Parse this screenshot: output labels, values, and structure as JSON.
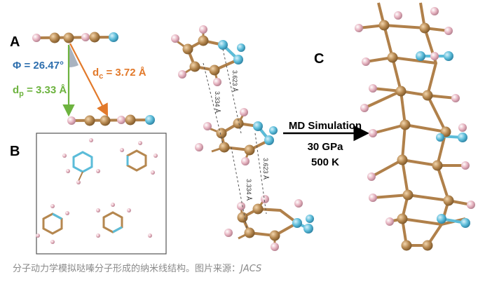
{
  "panel_a": {
    "label": "A",
    "phi_label": "Φ = 26.47°",
    "dc_main": "d",
    "dc_sub": "c",
    "dc_value": " = 3.72 Å",
    "dp_main": "d",
    "dp_sub": "p",
    "dp_value": " = 3.33 Å"
  },
  "panel_b": {
    "label": "B"
  },
  "center_stack": {
    "dist_upper_long": "3.623 Å",
    "dist_upper_short": "3.334 Å",
    "dist_lower_long": "3.623 Å",
    "dist_lower_short": "3.334 Å"
  },
  "arrow_block": {
    "title": "MD Simulation",
    "pressure": "30 GPa",
    "temperature": "500 K"
  },
  "panel_c": {
    "label": "C"
  },
  "caption": {
    "text": "分子动力学模拟哒嗪分子形成的纳米线结构。图片来源：",
    "source": "JACS"
  },
  "colors": {
    "carbon": "#b5874f",
    "nitrogen": "#5bbcd9",
    "hydrogen": "#e6b3c0",
    "bond": "#b0804a",
    "phi_color": "#2e6fae",
    "dc_color": "#e2792a",
    "dp_color": "#6db33f"
  }
}
